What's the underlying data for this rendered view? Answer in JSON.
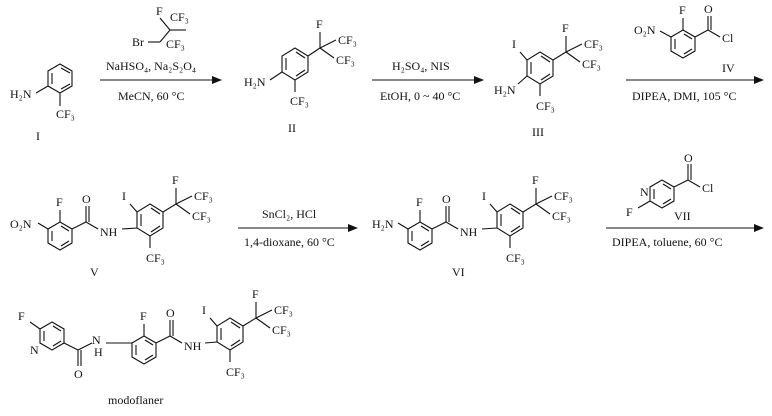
{
  "compounds": {
    "I": {
      "id": "I",
      "labels": {
        "nh2": "H₂N",
        "cf3": "CF₃"
      }
    },
    "II": {
      "id": "II",
      "labels": {
        "nh2": "H₂N",
        "cf3": "CF₃",
        "cf3_top": "CF₃",
        "cf3_side": "CF₃",
        "f": "F"
      }
    },
    "III": {
      "id": "III",
      "labels": {
        "nh2": "H₂N",
        "i": "I",
        "cf3": "CF₃",
        "cf3_top": "CF₃",
        "cf3_side": "CF₃",
        "f": "F"
      }
    },
    "IV": {
      "id": "IV",
      "labels": {
        "o2n": "O₂N",
        "f": "F",
        "o": "O",
        "cl": "Cl"
      }
    },
    "V": {
      "id": "V",
      "labels": {
        "o2n": "O₂N",
        "f": "F",
        "o": "O",
        "nh": "NH",
        "i": "I",
        "cf3": "CF₃",
        "cf3_top": "CF₃",
        "cf3_side": "CF₃",
        "f2": "F"
      }
    },
    "VI": {
      "id": "VI",
      "labels": {
        "h2n": "H₂N",
        "f": "F",
        "o": "O",
        "nh": "NH",
        "i": "I",
        "cf3": "CF₃",
        "cf3_top": "CF₃",
        "cf3_side": "CF₃",
        "f2": "F"
      }
    },
    "VII": {
      "id": "VII",
      "labels": {
        "f": "F",
        "n": "N",
        "o": "O",
        "cl": "Cl"
      }
    },
    "modoflaner": {
      "id": "modoflaner",
      "labels": {
        "f": "F",
        "n": "N",
        "o": "O",
        "nh": "H",
        "nh_n": "N",
        "f2": "F",
        "o2": "O",
        "nh2": "NH",
        "i": "I",
        "cf3": "CF₃",
        "cf3_top": "CF₃",
        "cf3_side": "CF₃",
        "f3": "F"
      }
    }
  },
  "reagents": {
    "step1": {
      "reagent": {
        "f": "F",
        "br": "Br",
        "cf3a": "CF₃",
        "cf3b": "CF₃"
      },
      "below": [
        "NaHSO₄, Na₂S₂O₄",
        "MeCN, 60 °C"
      ]
    },
    "step2": {
      "above": "H₂SO₄, NIS",
      "below": "EtOH, 0 ~ 40 °C"
    },
    "step3": {
      "below": "DIPEA, DMI, 105 °C"
    },
    "step4": {
      "above": "SnCl₂, HCl",
      "below": "1,4-dioxane, 60 °C"
    },
    "step5": {
      "below": "DIPEA, toluene, 60 °C"
    }
  }
}
